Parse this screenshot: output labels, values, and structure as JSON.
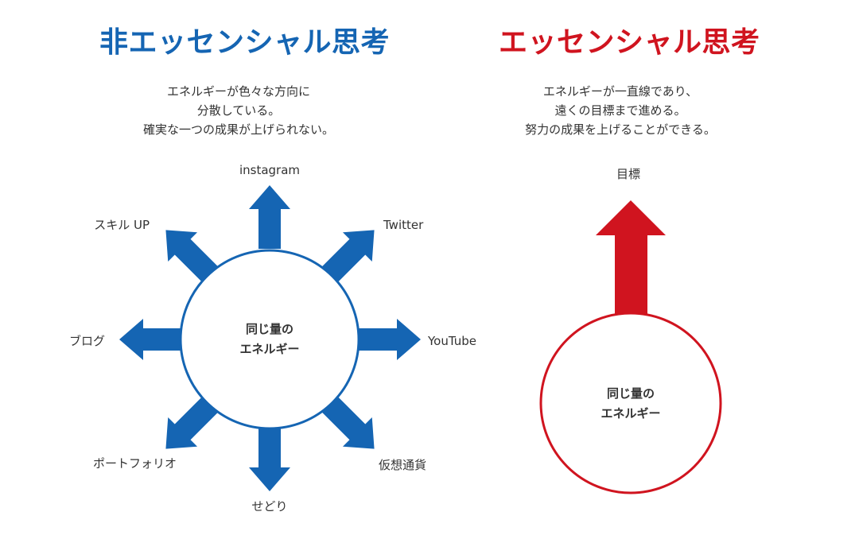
{
  "colors": {
    "blue": "#1565b3",
    "red": "#d0141f",
    "text": "#333333"
  },
  "left": {
    "title": "非エッセンシャル思考",
    "description": [
      "エネルギーが色々な方向に",
      "分散している。",
      "確実な一つの成果が上げられない。"
    ],
    "center_label": [
      "同じ量の",
      "エネルギー"
    ],
    "arrows": [
      {
        "label": "instagram",
        "icon": "arrow-up-icon"
      },
      {
        "label": "Twitter",
        "icon": "arrow-up-right-icon"
      },
      {
        "label": "YouTube",
        "icon": "arrow-right-icon"
      },
      {
        "label": "仮想通貨",
        "icon": "arrow-down-right-icon"
      },
      {
        "label": "せどり",
        "icon": "arrow-down-icon"
      },
      {
        "label": "ポートフォリオ",
        "icon": "arrow-down-left-icon"
      },
      {
        "label": "ブログ",
        "icon": "arrow-left-icon"
      },
      {
        "label": "スキル UP",
        "icon": "arrow-up-left-icon"
      }
    ]
  },
  "right": {
    "title": "エッセンシャル思考",
    "description": [
      "エネルギーが一直線であり、",
      "遠くの目標まで進める。",
      "努力の成果を上げることができる。"
    ],
    "center_label": [
      "同じ量の",
      "エネルギー"
    ],
    "arrow": {
      "label": "目標",
      "icon": "arrow-up-icon"
    }
  }
}
